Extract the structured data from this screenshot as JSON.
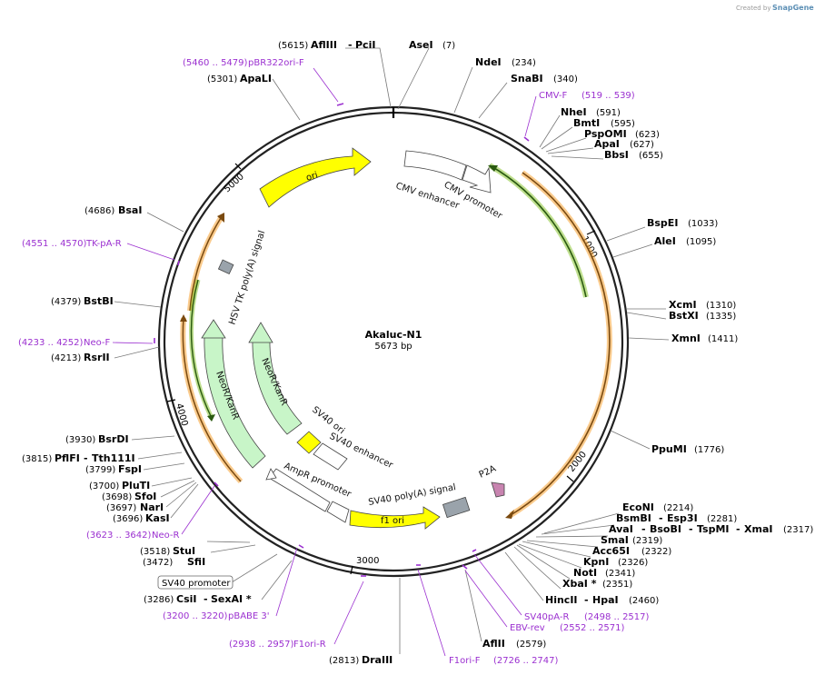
{
  "watermark": {
    "created_by": "Created by",
    "brand": "SnapGene"
  },
  "plasmid": {
    "name": "Akaluc-N1",
    "length": "5673 bp"
  },
  "ticks": [
    "1000",
    "2000",
    "3000",
    "4000",
    "5000"
  ],
  "features": {
    "ori": "ori",
    "cmv_enhancer": "CMV enhancer",
    "cmv_promoter": "CMV promoter",
    "hsv_tk_polya": "HSV TK poly(A) signal",
    "neo_kan_outer": "NeoR/KanR",
    "neo_kan_inner": "NeoR/KanR",
    "sv40_ori": "SV40 ori",
    "sv40_enhancer": "SV40 enhancer",
    "ampr_promoter": "AmpR promoter",
    "sv40_polya": "SV40 poly(A) signal",
    "f1_ori": "f1 ori",
    "p2a": "P2A"
  },
  "sites": {
    "aflIII_pciI": {
      "pos": "(5615)",
      "name1": "AflIII",
      "sep": "-",
      "name2": "PciI"
    },
    "asel": {
      "name": "AseI",
      "pos": "(7)"
    },
    "ndel": {
      "name": "NdeI",
      "pos": "(234)"
    },
    "snabi": {
      "name": "SnaBI",
      "pos": "(340)"
    },
    "nhel": {
      "name": "NheI",
      "pos": "(591)"
    },
    "bmti": {
      "name": "BmtI",
      "pos": "(595)"
    },
    "pspomi": {
      "name": "PspOMI",
      "pos": "(623)"
    },
    "apai": {
      "name": "ApaI",
      "pos": "(627)"
    },
    "bbsi": {
      "name": "BbsI",
      "pos": "(655)"
    },
    "bspei": {
      "name": "BspEI",
      "pos": "(1033)"
    },
    "alei": {
      "name": "AleI",
      "pos": "(1095)"
    },
    "xcmi": {
      "name": "XcmI",
      "pos": "(1310)"
    },
    "bstxi": {
      "name": "BstXI",
      "pos": "(1335)"
    },
    "xmni": {
      "name": "XmnI",
      "pos": "(1411)"
    },
    "ppumi": {
      "name": "PpuMI",
      "pos": "(1776)"
    },
    "ecoNI": {
      "name": "EcoNI",
      "pos": "(2214)"
    },
    "bsmbi": {
      "name": "BsmBI",
      "sep": "-",
      "name2": "Esp3I",
      "pos": "(2281)"
    },
    "aval": {
      "name": "AvaI",
      "sep1": "-",
      "name2": "BsoBI",
      "sep2": "-",
      "name3": "TspMI",
      "sep3": "-",
      "name4": "XmaI",
      "pos": "(2317)"
    },
    "smai": {
      "name": "SmaI",
      "pos": "(2319)"
    },
    "acc65i": {
      "name": "Acc65I",
      "pos": "(2322)"
    },
    "kpni": {
      "name": "KpnI",
      "pos": "(2326)"
    },
    "noti": {
      "name": "NotI",
      "pos": "(2341)"
    },
    "xbai": {
      "name": "XbaI *",
      "pos": "(2351)"
    },
    "hincii": {
      "name": "HincII",
      "sep": "-",
      "name2": "HpaI",
      "pos": "(2460)"
    },
    "aflii": {
      "name": "AflII",
      "pos": "(2579)"
    },
    "draiii": {
      "pos": "(2813)",
      "name": "DraIII"
    },
    "csil": {
      "pos": "(3286)",
      "name": "CsiI",
      "sep": "-",
      "name2": "SexAI *"
    },
    "sfii": {
      "pos": "(3472)",
      "name": "SfiI"
    },
    "stui": {
      "pos": "(3518)",
      "name": "StuI"
    },
    "kasi": {
      "pos": "(3696)",
      "name": "KasI"
    },
    "nari": {
      "pos": "(3697)",
      "name": "NarI"
    },
    "sfoi": {
      "pos": "(3698)",
      "name": "SfoI"
    },
    "pluti": {
      "pos": "(3700)",
      "name": "PluTI"
    },
    "fspi": {
      "pos": "(3799)",
      "name": "FspI"
    },
    "pflfi": {
      "pos": "(3815)",
      "name": "PflFI",
      "sep": "-",
      "name2": "Tth111I"
    },
    "bsrdi": {
      "pos": "(3930)",
      "name": "BsrDI"
    },
    "rsrii": {
      "pos": "(4213)",
      "name": "RsrII"
    },
    "bstbi": {
      "pos": "(4379)",
      "name": "BstBI"
    },
    "bsai": {
      "pos": "(4686)",
      "name": "BsaI"
    },
    "apali": {
      "pos": "(5301)",
      "name": "ApaLI"
    }
  },
  "primers": {
    "pbr322ori": {
      "range": "(5460 .. 5479)",
      "name": "pBR322ori-F"
    },
    "cmv_f": {
      "name": "CMV-F",
      "range": "(519 .. 539)"
    },
    "tk_pa_r": {
      "range": "(4551 .. 4570)",
      "name": "TK-pA-R"
    },
    "neo_f": {
      "range": "(4233 .. 4252)",
      "name": "Neo-F"
    },
    "neo_r": {
      "range": "(3623 .. 3642)",
      "name": "Neo-R"
    },
    "pbabe3": {
      "range": "(3200 .. 3220)",
      "name": "pBABE 3'"
    },
    "f1ori_r": {
      "range": "(2938 .. 2957)",
      "name": "F1ori-R"
    },
    "f1ori_f": {
      "name": "F1ori-F",
      "range": "(2726 .. 2747)"
    },
    "ebv_rev": {
      "name": "EBV-rev",
      "range": "(2552 .. 2571)"
    },
    "sv40pa_r": {
      "name": "SV40pA-R",
      "range": "(2498 .. 2517)"
    }
  },
  "boxed_label": "SV40 promoter",
  "colors": {
    "backbone": "#222222",
    "ori": "#ffff00",
    "promoter": "#ffffff",
    "neo": "#c8f5c8",
    "orf_orange": "#f5a030",
    "orf_green": "#80c020",
    "terminator": "#9aa3ab",
    "p2a": "#c884b0",
    "primer": "#9b30d0"
  }
}
